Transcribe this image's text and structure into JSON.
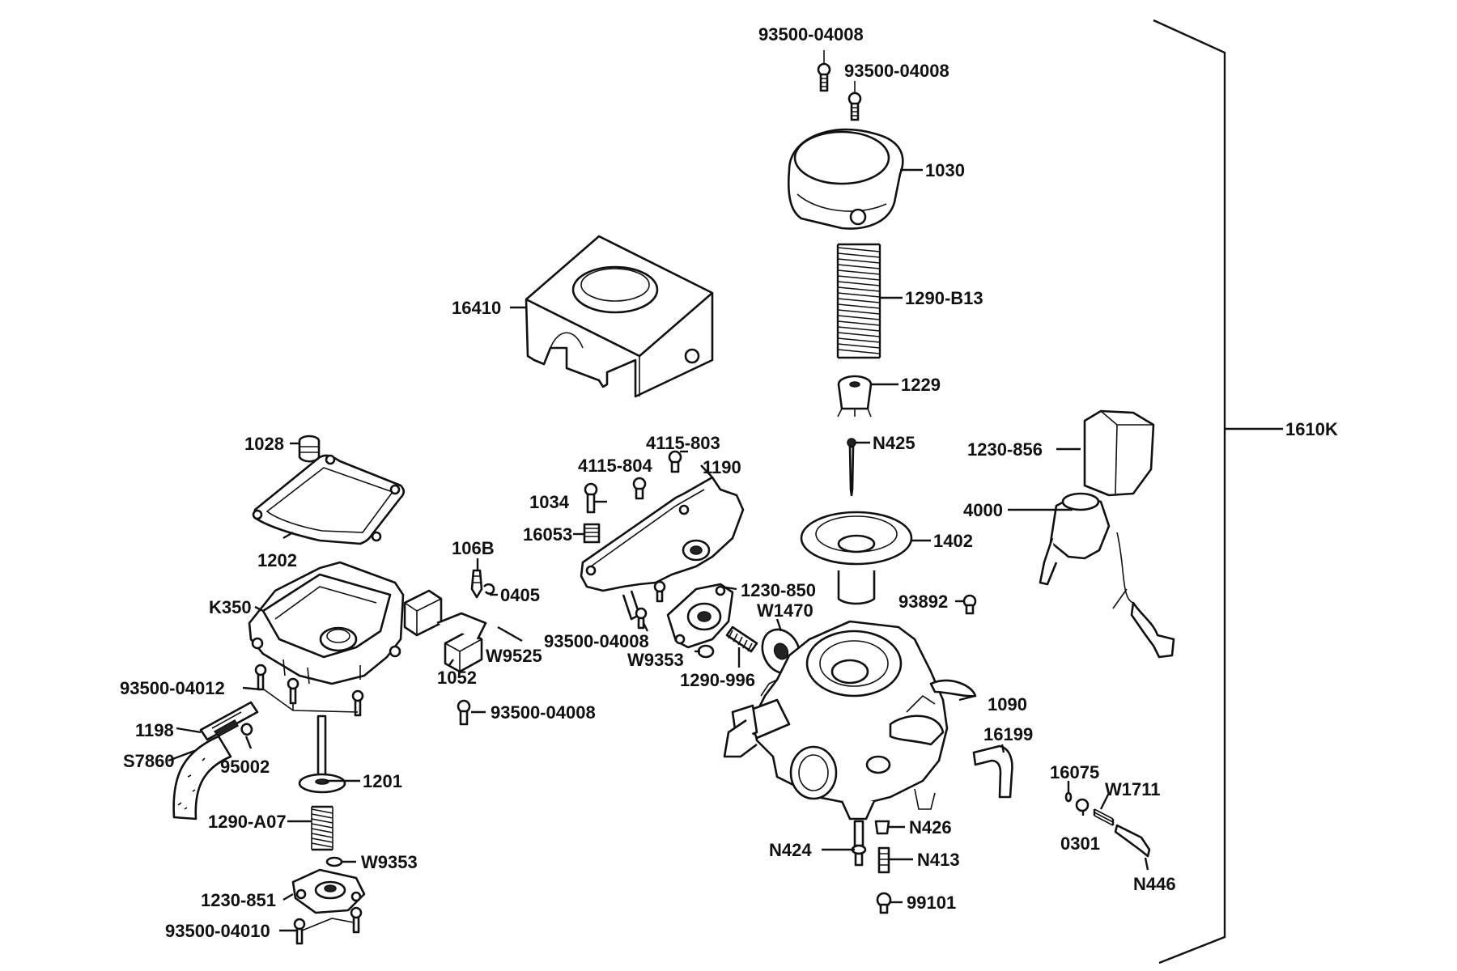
{
  "labels": {
    "p_93500_04008_a": "93500-04008",
    "p_93500_04008_b": "93500-04008",
    "p_1030": "1030",
    "p_16410": "16410",
    "p_1290_b13": "1290-B13",
    "p_1229": "1229",
    "p_1610k": "1610K",
    "p_n425": "N425",
    "p_1230_856": "1230-856",
    "p_4000": "4000",
    "p_1402": "1402",
    "p_93892": "93892",
    "p_1028": "1028",
    "p_1202": "1202",
    "p_k350": "K350",
    "p_106b": "106B",
    "p_0405": "0405",
    "p_w9525": "W9525",
    "p_1052": "1052",
    "p_93500_04008_c": "93500-04008",
    "p_93500_04012": "93500-04012",
    "p_1198": "1198",
    "p_s7860": "S7860",
    "p_95002": "95002",
    "p_1201": "1201",
    "p_1290_a07": "1290-A07",
    "p_w9353_a": "W9353",
    "p_1230_851": "1230-851",
    "p_93500_04010": "93500-04010",
    "p_4115_803": "4115-803",
    "p_4115_804": "4115-804",
    "p_1190": "1190",
    "p_1034": "1034",
    "p_16053": "16053",
    "p_1230_850": "1230-850",
    "p_w1470": "W1470",
    "p_93500_04008_d": "93500-04008",
    "p_w9353_b": "W9353",
    "p_1290_996": "1290-996",
    "p_1090": "1090",
    "p_16199": "16199",
    "p_16075": "16075",
    "p_w1711": "W1711",
    "p_0301": "0301",
    "p_n446": "N446",
    "p_n426": "N426",
    "p_n424": "N424",
    "p_n413": "N413",
    "p_99101": "99101"
  }
}
